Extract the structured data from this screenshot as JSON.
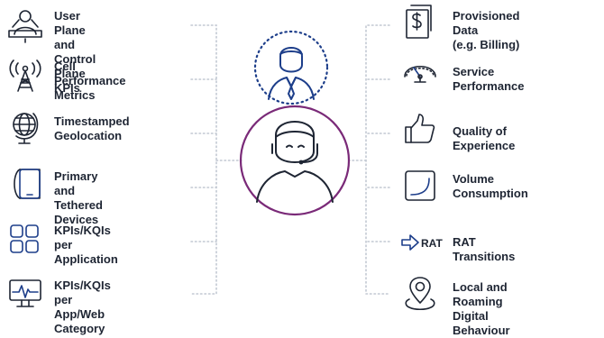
{
  "colors": {
    "accent": "#7a2a78",
    "navy": "#1d3e8a",
    "dots": "#c2c8d2",
    "icon_stroke": "#1e2533"
  },
  "left_items": [
    {
      "label": "User Plane and\nControl Plane KPIs",
      "icon": "user-plane-icon"
    },
    {
      "label": "Cell Performance\nMetrics",
      "icon": "cell-tower-icon"
    },
    {
      "label": "Timestamped\nGeolocation",
      "icon": "globe-icon"
    },
    {
      "label": "Primary and\nTethered Devices",
      "icon": "devices-icon"
    },
    {
      "label": "KPIs/KQIs per\nApplication",
      "icon": "app-grid-icon"
    },
    {
      "label": "KPIs/KQIs per\nApp/Web Category",
      "icon": "monitor-pulse-icon"
    }
  ],
  "right_items": [
    {
      "label": "Provisioned Data\n(e.g. Billing)",
      "icon": "billing-document-icon"
    },
    {
      "label": "Service Performance",
      "icon": "speedometer-icon"
    },
    {
      "label": "Quality of Experience",
      "icon": "thumbs-up-icon"
    },
    {
      "label": "Volume\nConsumption",
      "icon": "volume-chart-icon"
    },
    {
      "label": "RAT Transitions",
      "icon": "rat-arrow-icon",
      "icon_text": "RAT"
    },
    {
      "label": "Local and Roaming\nDigital Behaviour",
      "icon": "location-pin-icon"
    }
  ]
}
